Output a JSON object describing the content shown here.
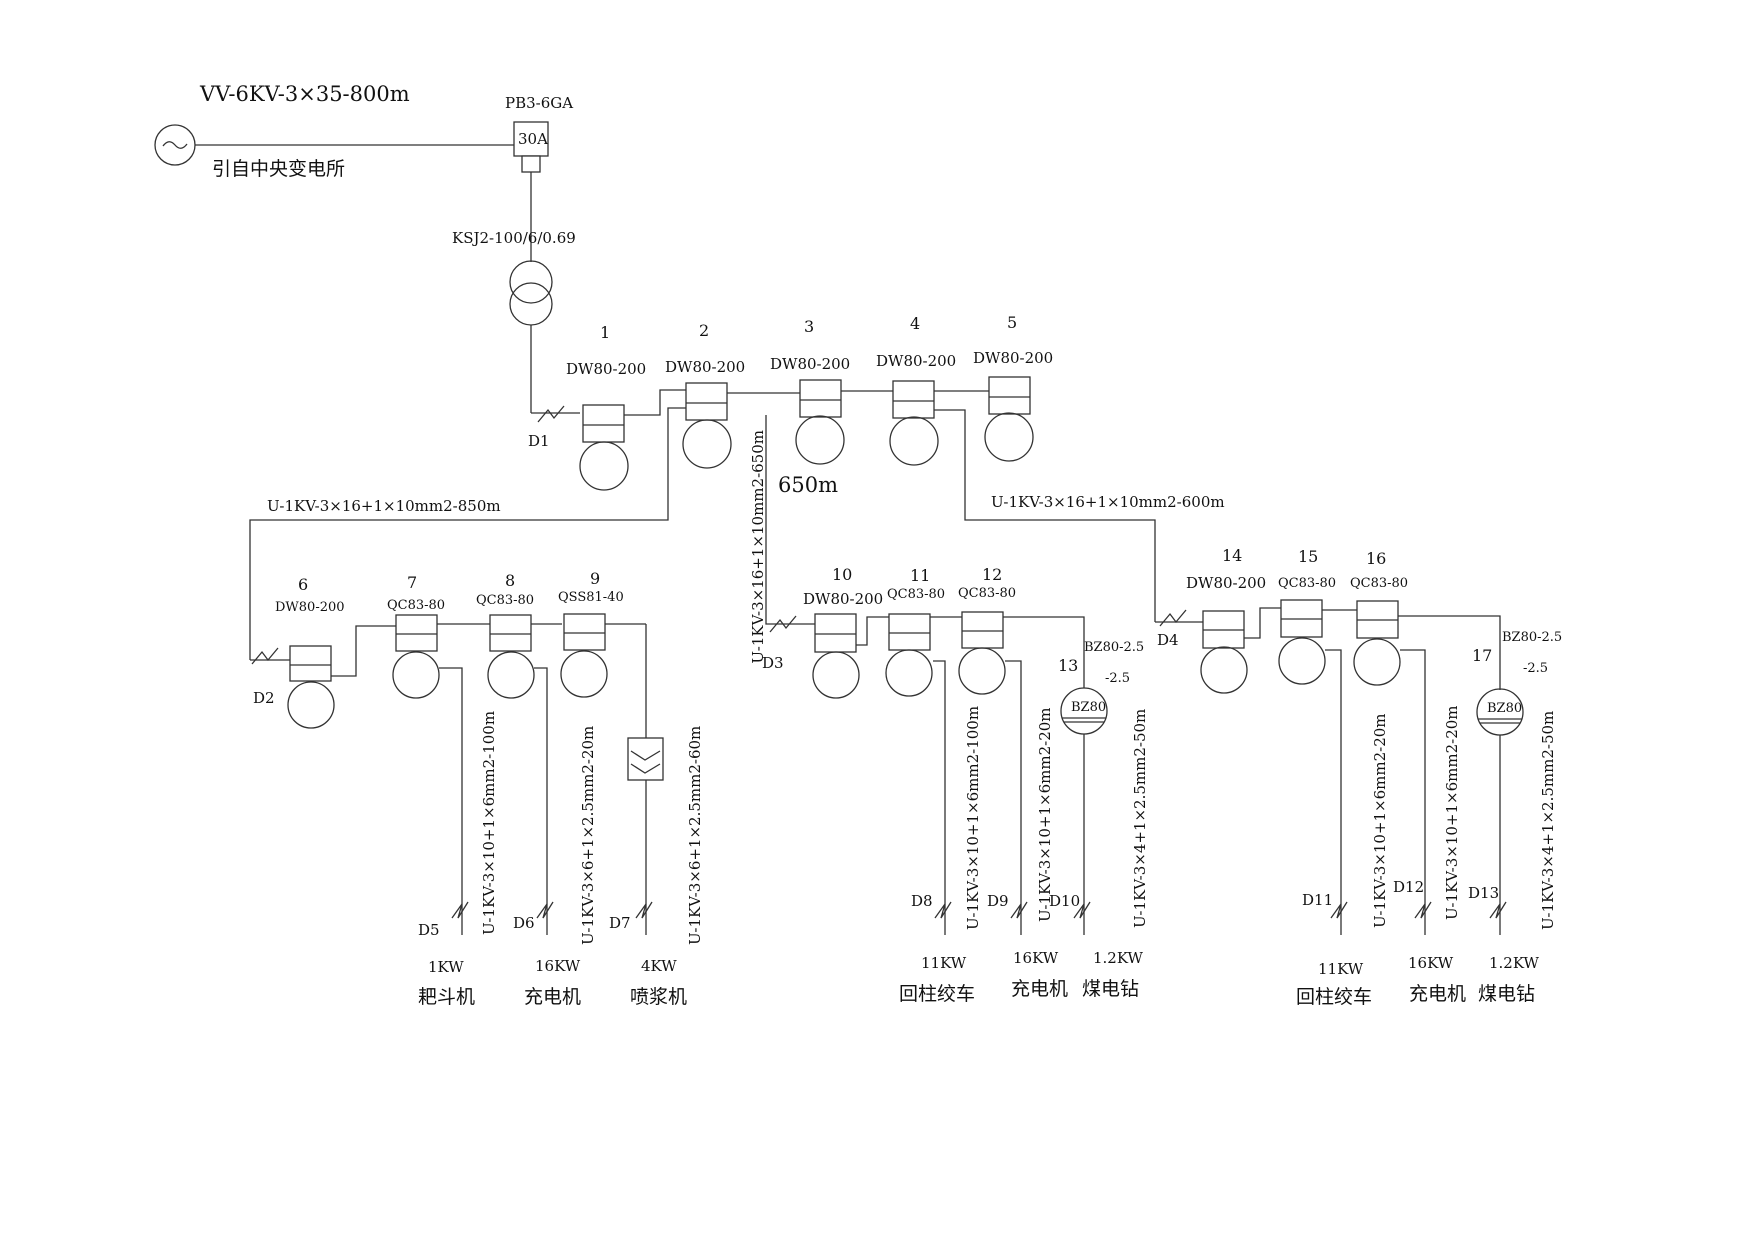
{
  "source": {
    "cable": "VV-6KV-3×35-800m",
    "origin": "引自中央变电所",
    "breaker_model": "PB3-6GA",
    "breaker_rating": "30A"
  },
  "transformer": {
    "model": "KSJ2-100/6/0.69"
  },
  "main_breakers": [
    {
      "no": "1",
      "model": "DW80-200"
    },
    {
      "no": "2",
      "model": "DW80-200"
    },
    {
      "no": "3",
      "model": "DW80-200"
    },
    {
      "no": "4",
      "model": "DW80-200"
    },
    {
      "no": "5",
      "model": "DW80-200"
    }
  ],
  "feeders": {
    "left": "U-1KV-3×16+1×10mm2-850m",
    "middle": "U-1KV-3×16+1×10mm2-650m",
    "middle_len": "650m",
    "right": "U-1KV-3×16+1×10mm2-600m"
  },
  "short_circuit_points": [
    "D1",
    "D2",
    "D3",
    "D4",
    "D5",
    "D6",
    "D7",
    "D8",
    "D9",
    "D10",
    "D11",
    "D12",
    "D13"
  ],
  "group_left": {
    "switches": [
      {
        "no": "6",
        "model": "DW80-200"
      },
      {
        "no": "7",
        "model": "QC83-80"
      },
      {
        "no": "8",
        "model": "QC83-80"
      },
      {
        "no": "9",
        "model": "QSS81-40"
      }
    ],
    "cables": [
      "U-1KV-3×10+1×6mm2-100m",
      "U-1KV-3×6+1×2.5mm2-20m",
      "U-1KV-3×6+1×2.5mm2-60m"
    ],
    "loads": [
      {
        "power": "1KW",
        "name": "耙斗机"
      },
      {
        "power": "16KW",
        "name": "充电机"
      },
      {
        "power": "4KW",
        "name": "喷浆机"
      }
    ]
  },
  "group_middle": {
    "switches": [
      {
        "no": "10",
        "model": "DW80-200"
      },
      {
        "no": "11",
        "model": "QC83-80"
      },
      {
        "no": "12",
        "model": "QC83-80"
      },
      {
        "no": "13",
        "model": "BZ80-2.5",
        "model_suffix": "-2.5",
        "inner": "BZ80"
      }
    ],
    "cables": [
      "U-1KV-3×10+1×6mm2-100m",
      "U-1KV-3×10+1×6mm2-20m",
      "U-1KV-3×4+1×2.5mm2-50m"
    ],
    "loads": [
      {
        "power": "11KW",
        "name": "回柱绞车"
      },
      {
        "power": "16KW",
        "name": "充电机"
      },
      {
        "power": "1.2KW",
        "name": "煤电钻"
      }
    ]
  },
  "group_right": {
    "switches": [
      {
        "no": "14",
        "model": "DW80-200"
      },
      {
        "no": "15",
        "model": "QC83-80"
      },
      {
        "no": "16",
        "model": "QC83-80"
      },
      {
        "no": "17",
        "model": "BZ80-2.5",
        "model_suffix": "-2.5",
        "inner": "BZ80"
      }
    ],
    "cables": [
      "U-1KV-3×10+1×6mm2-20m",
      "U-1KV-3×10+1×6mm2-20m",
      "U-1KV-3×4+1×2.5mm2-50m"
    ],
    "loads": [
      {
        "power": "11KW",
        "name": "回柱绞车"
      },
      {
        "power": "16KW",
        "name": "充电机"
      },
      {
        "power": "1.2KW",
        "name": "煤电钻"
      }
    ]
  }
}
